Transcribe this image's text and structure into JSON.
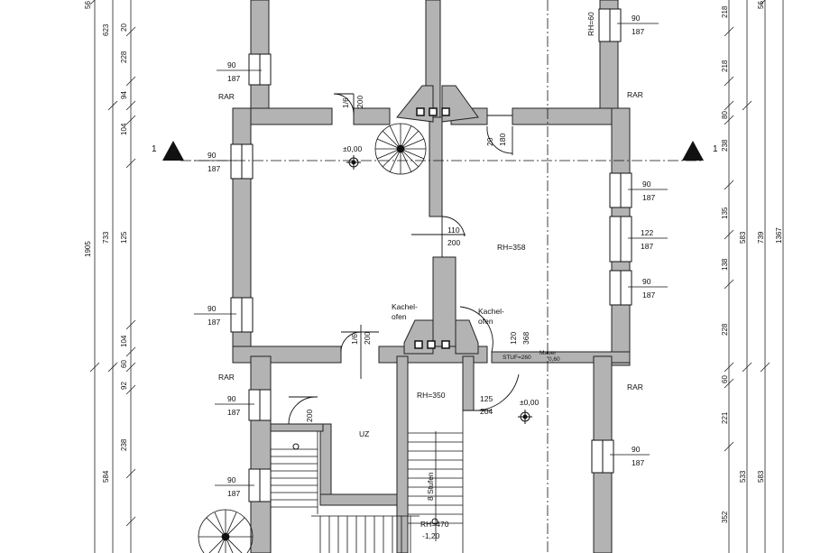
{
  "labels": {
    "rar_upper_left": "RAR",
    "rar_upper_right": "RAR",
    "rar_lower_left": "RAR",
    "rar_lower_right": "RAR",
    "rh_358": "RH=358",
    "rh_350": "RH=350",
    "rh_470": "RH=470",
    "kachelofen_left_1": "Kachel-",
    "kachelofen_left_2": "ofen",
    "kachelofen_right_1": "Kachel-",
    "kachelofen_right_2": "ofen",
    "level_top": "±0,00",
    "level_right": "±0,00",
    "level_stair": "-1,20",
    "section_left": "1",
    "section_right": "1",
    "uz": "UZ",
    "stufen": "8 Stufen",
    "rh60": "RH=60"
  },
  "windows": {
    "w_left_top": {
      "w": "90",
      "h": "187"
    },
    "w_left_mid": {
      "w": "90",
      "h": "187"
    },
    "w_left_low": {
      "w": "90",
      "h": "187"
    },
    "w_left_low2": {
      "w": "90",
      "h": "187"
    },
    "w_left_bottom": {
      "w": "90",
      "h": "187"
    },
    "w_right_top": {
      "w": "90",
      "h": "187"
    },
    "w_right_1": {
      "w": "90",
      "h": "187"
    },
    "w_right_2": {
      "w": "122",
      "h": "187"
    },
    "w_right_3": {
      "w": "90",
      "h": "187"
    },
    "w_right_4": {
      "w": "90",
      "h": "187"
    }
  },
  "doors": {
    "d_top": {
      "w": "1/6",
      "h": "200"
    },
    "d_right_top": {
      "w": "20",
      "h": "180"
    },
    "d_mid": {
      "w": "110",
      "h": "200"
    },
    "d_lower": {
      "w": "125",
      "h": "204"
    },
    "d_bottom_room": {
      "w": "1/6",
      "h": "200"
    },
    "d_sm1": {
      "w": "120",
      "h": "368"
    },
    "d_stair": {
      "w": "200"
    }
  },
  "dims_left": {
    "total": "1905",
    "a": "733",
    "b": "623",
    "c": "584",
    "d": "125",
    "e": "104",
    "f": "238",
    "g": "20",
    "h": "228",
    "i": "94",
    "j": "60",
    "k": "92",
    "l": "56"
  },
  "dims_right": {
    "total": "1367",
    "a": "739",
    "b": "583",
    "c": "533",
    "d": "238",
    "e": "135",
    "f": "138",
    "g": "228",
    "h": "221",
    "i": "352",
    "j": "218",
    "k": "56",
    "l": "80",
    "m": "60"
  },
  "misc": {
    "small_a": "Mauer",
    "small_b": "0,60",
    "bottom_text": "STUF=260"
  }
}
